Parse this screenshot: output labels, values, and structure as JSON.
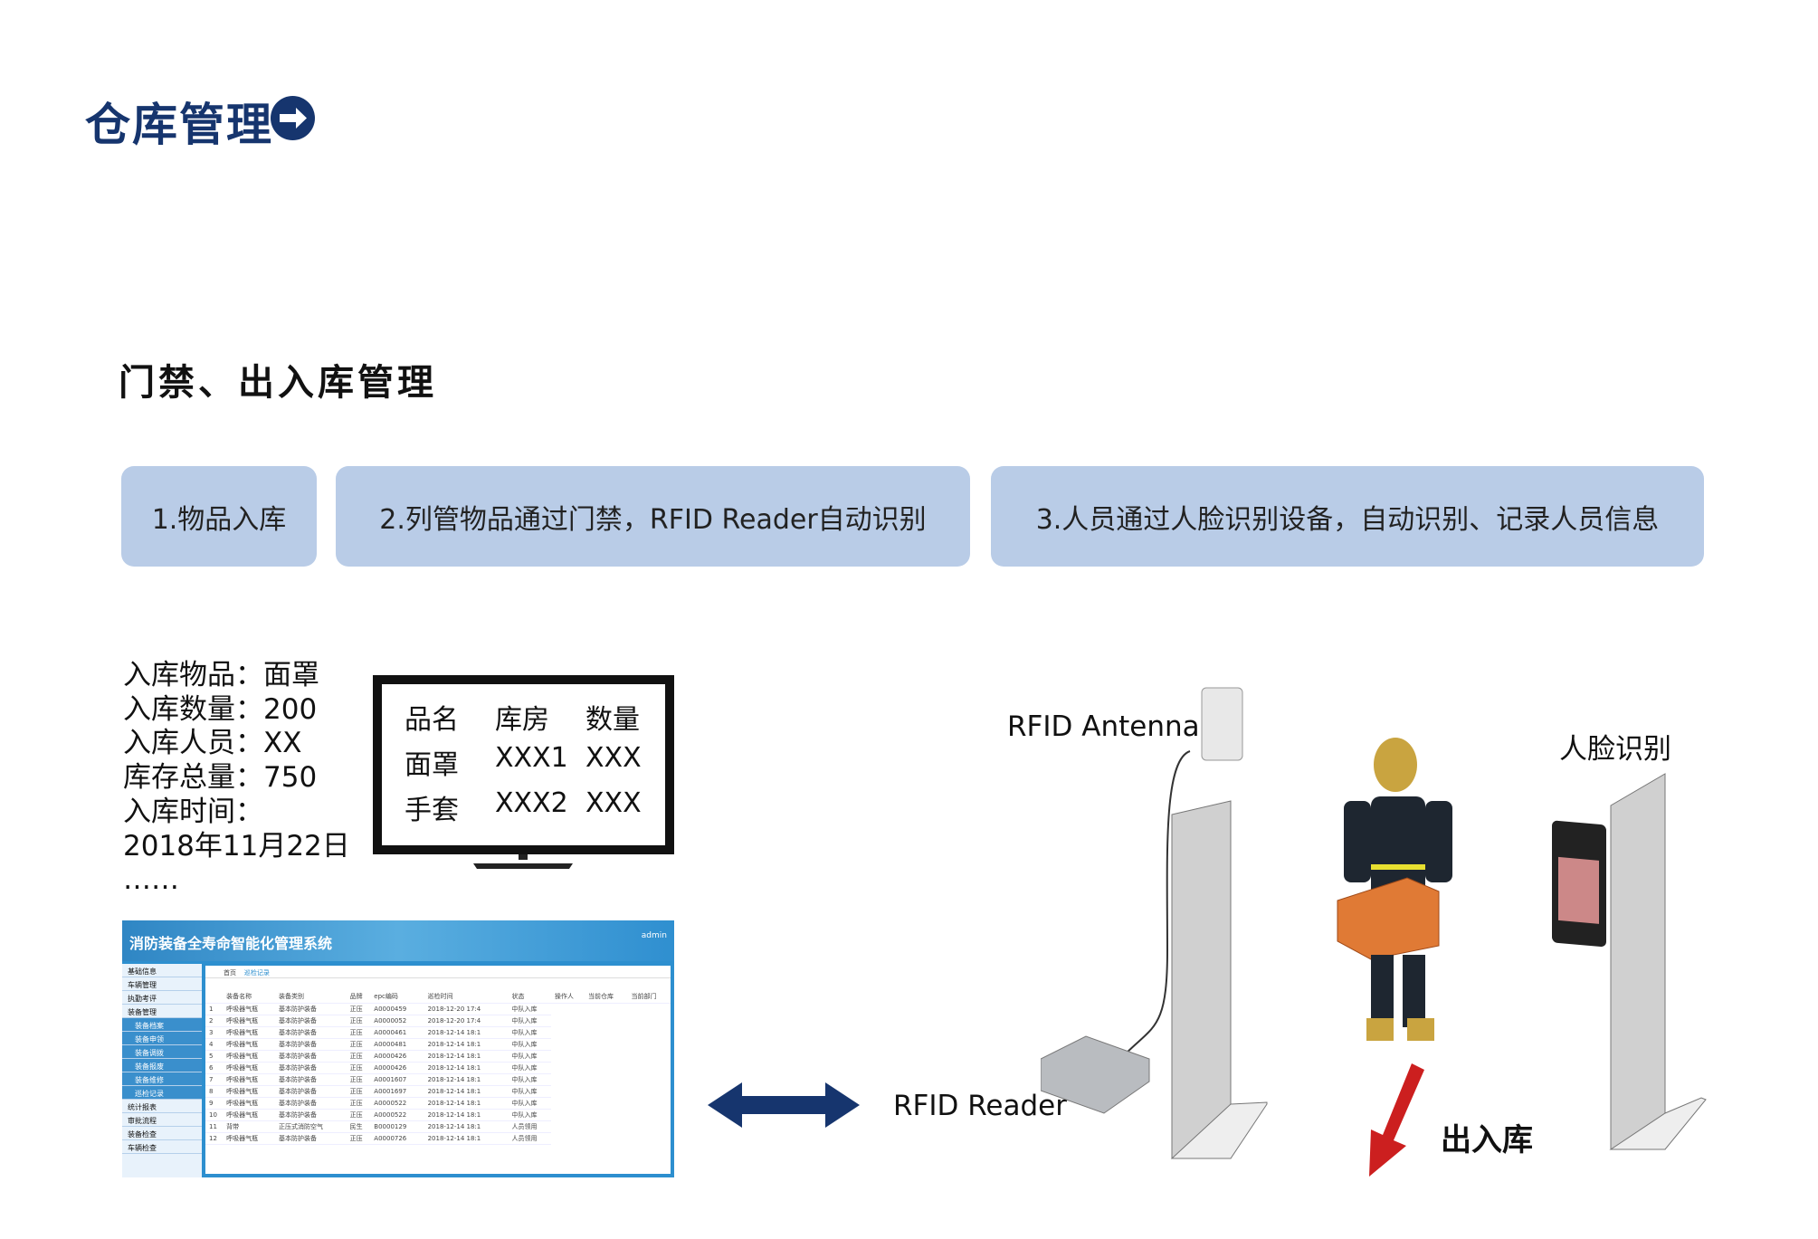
{
  "title": "仓库管理",
  "subtitle": "门禁、出入库管理",
  "steps": [
    "1.物品入库",
    "2.列管物品通过门禁，RFID Reader自动识别",
    "3.人员通过人脸识别设备，自动识别、记录人员信息"
  ],
  "info_lines": [
    "入库物品：面罩",
    "入库数量：200",
    "入库人员：XX",
    "库存总量：750",
    "入库时间：",
    "2018年11月22日",
    "……"
  ],
  "tv_table": {
    "headers": [
      "品名",
      "库房",
      "数量"
    ],
    "rows": [
      [
        "面罩",
        "XXX1",
        "XXX"
      ],
      [
        "手套",
        "XXX2",
        "XXX"
      ]
    ]
  },
  "software": {
    "system_title": "消防装备全寿命智能化管理系统",
    "user": "admin",
    "sidebar": [
      "基础信息",
      "车辆管理",
      "执勤考评",
      "装备管理",
      "装备档案",
      "装备申领",
      "装备调拨",
      "装备报废",
      "装备维修",
      "巡检记录",
      "统计报表",
      "审批流程",
      "装备检查",
      "车辆检查"
    ],
    "tabs": [
      "首页",
      "巡检记录"
    ],
    "columns": [
      "装备名称",
      "装备类别",
      "品牌",
      "epc编码",
      "巡检时间",
      "状态",
      "操作人",
      "当前仓库",
      "当前部门"
    ],
    "rows": [
      [
        "1",
        "呼吸器气瓶",
        "基本防护装备",
        "正压",
        "A0000459",
        "2018-12-20 17:4",
        "中队入库"
      ],
      [
        "2",
        "呼吸器气瓶",
        "基本防护装备",
        "正压",
        "A0000052",
        "2018-12-20 17:4",
        "中队入库"
      ],
      [
        "3",
        "呼吸器气瓶",
        "基本防护装备",
        "正压",
        "A0000461",
        "2018-12-14 18:1",
        "中队入库"
      ],
      [
        "4",
        "呼吸器气瓶",
        "基本防护装备",
        "正压",
        "A0000481",
        "2018-12-14 18:1",
        "中队入库"
      ],
      [
        "5",
        "呼吸器气瓶",
        "基本防护装备",
        "正压",
        "A0000426",
        "2018-12-14 18:1",
        "中队入库"
      ],
      [
        "6",
        "呼吸器气瓶",
        "基本防护装备",
        "正压",
        "A0000426",
        "2018-12-14 18:1",
        "中队入库"
      ],
      [
        "7",
        "呼吸器气瓶",
        "基本防护装备",
        "正压",
        "A0001607",
        "2018-12-14 18:1",
        "中队入库"
      ],
      [
        "8",
        "呼吸器气瓶",
        "基本防护装备",
        "正压",
        "A0001697",
        "2018-12-14 18:1",
        "中队入库"
      ],
      [
        "9",
        "呼吸器气瓶",
        "基本防护装备",
        "正压",
        "A0000522",
        "2018-12-14 18:1",
        "中队入库"
      ],
      [
        "10",
        "呼吸器气瓶",
        "基本防护装备",
        "正压",
        "A0000522",
        "2018-12-14 18:1",
        "中队入库"
      ],
      [
        "11",
        "背带",
        "正压式消防空气",
        "民生",
        "B0000129",
        "2018-12-14 18:1",
        "人员领用"
      ],
      [
        "12",
        "呼吸器气瓶",
        "基本防护装备",
        "正压",
        "A0000726",
        "2018-12-14 18:1",
        "人员领用"
      ]
    ]
  },
  "labels": {
    "antenna": "RFID Antenna",
    "reader": "RFID Reader",
    "face": "人脸识别",
    "inout": "出入库"
  },
  "colors": {
    "primary": "#16356e",
    "step_bg": "#b9cce7",
    "arrow_red": "#cc1f1f"
  }
}
